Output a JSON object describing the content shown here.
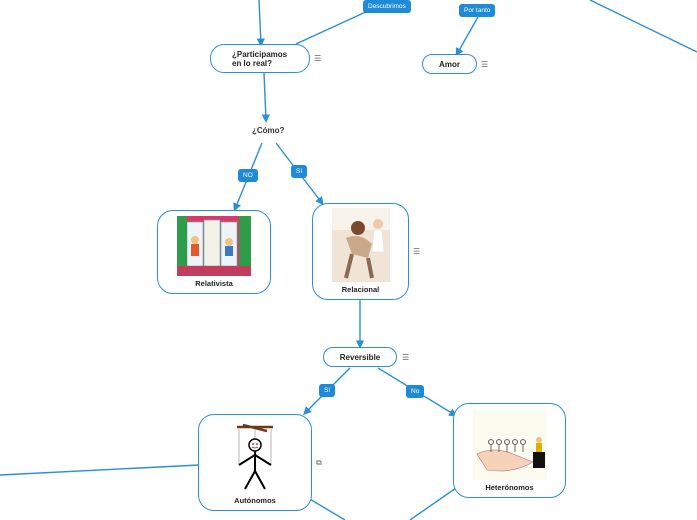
{
  "nodes": {
    "participamos": "¿Participamos\nen lo real?",
    "amor": "Amor",
    "como": "¿Cómo?",
    "relativista": "Relativista",
    "relacional": "Relacional",
    "reversible": "Reversible",
    "autonomos": "Autónomos",
    "heteronomos": "Heterónomos"
  },
  "tags": {
    "descubrimos": "Descubrimos",
    "por_tanto": "Por tanto",
    "no_1": "NO",
    "si_1": "Sí",
    "si_2": "Sí",
    "no_2": "No"
  },
  "colors": {
    "accent": "#2b8fd6",
    "tag_bg": "#1f8ad8"
  },
  "icons": {
    "menu": "☰",
    "external": "⧉"
  }
}
